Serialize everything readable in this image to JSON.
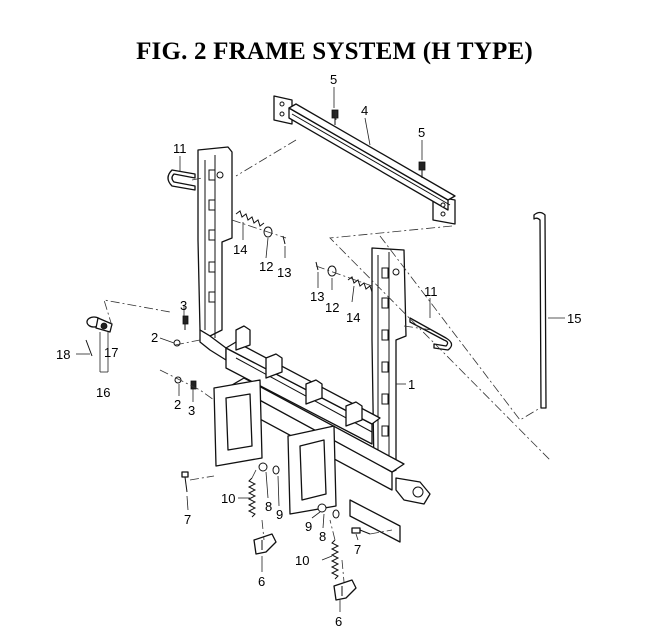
{
  "title": "FIG.  2  FRAME SYSTEM (H TYPE)",
  "labels": {
    "l1": "1",
    "l2a": "2",
    "l2b": "2",
    "l3a": "3",
    "l3b": "3",
    "l4": "4",
    "l5a": "5",
    "l5b": "5",
    "l6a": "6",
    "l6b": "6",
    "l7a": "7",
    "l7b": "7",
    "l8a": "8",
    "l8b": "8",
    "l9a": "9",
    "l9b": "9",
    "l10a": "10",
    "l10b": "10",
    "l11a": "11",
    "l11b": "11",
    "l12a": "12",
    "l12b": "12",
    "l13a": "13",
    "l13b": "13",
    "l14a": "14",
    "l14b": "14",
    "l15": "15",
    "l16": "16",
    "l17": "17",
    "l18": "18"
  }
}
